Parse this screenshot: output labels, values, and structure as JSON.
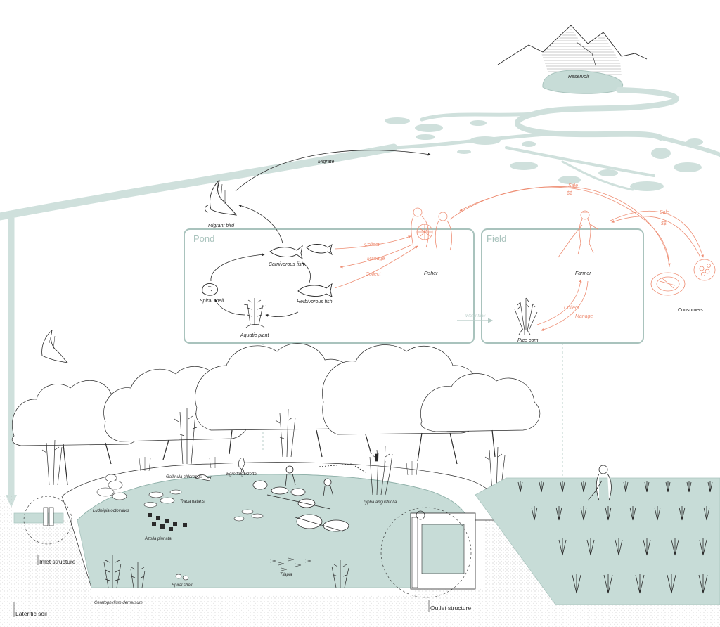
{
  "labels": {
    "reservoir": "Reservoir",
    "migrate": "Migrate",
    "migrant_bird": "Migrant bird",
    "pond_title": "Pond",
    "field_title": "Field",
    "carnivorous_fish": "Carnivorous fish",
    "herbivorous_fish": "Herbivorous fish",
    "spiral_shell": "Spiral shell",
    "aquatic_plant": "Aquatic plant",
    "fisher": "Fisher",
    "farmer": "Farmer",
    "rice_corn": "Rice corn",
    "consumers": "Consumers",
    "water_flow": "Water flow",
    "collect_1": "Collect",
    "manage_1": "Manage",
    "collect_2": "Collect",
    "collect_3": "Collect",
    "manage_2": "Manage",
    "sale_1": "Sale",
    "money_1": "$$",
    "sale_2": "Sale",
    "money_2": "$$",
    "gallinula": "Gallinula chloropus",
    "egretta": "Egretta garzetta",
    "ludwigia": "Ludwigia octovalvis",
    "trapa": "Trapa natans",
    "azolla": "Azolla pinnata",
    "typha": "Typha angustifolia",
    "spiral_shell_bottom": "Spiral shell",
    "tilapia": "Tilapia",
    "ceratophyllum": "Ceratophyllum demersum",
    "inlet_structure": "Inlet structure",
    "outlet_structure": "Outlet structure",
    "lateritic_soil": "Lateritic soil"
  },
  "colors": {
    "water": "#c7dcd7",
    "water_line": "#a9c3bd",
    "box_stroke": "#a9c3bd",
    "human_flow": "#ee8e74",
    "ink": "#2a2a2a"
  },
  "icons": [
    "mountain-icon",
    "bird-icon",
    "fish-icon",
    "shell-icon",
    "plant-icon",
    "fisher-icon",
    "farmer-icon",
    "rice-icon",
    "plate-icon",
    "tree-icon",
    "bamboo-icon"
  ]
}
